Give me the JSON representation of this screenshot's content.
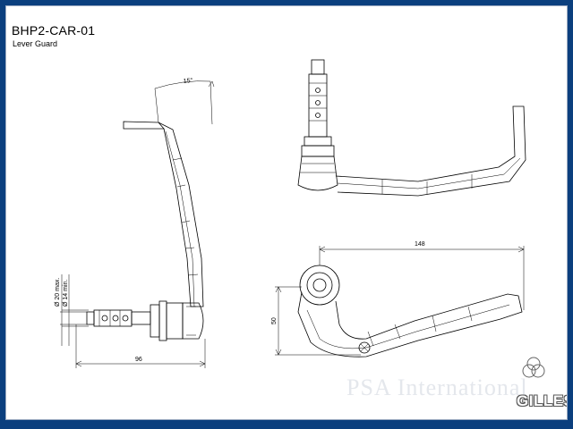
{
  "drawing": {
    "part_number": "BHP2-CAR-01",
    "description": "Lever Guard"
  },
  "dimensions": {
    "angle": "15°",
    "length_side": "96",
    "max_dia": "Ø 20 max.",
    "min_dia": "Ø 14 min.",
    "length_top": "148",
    "height": "50"
  },
  "brand": {
    "logo_text": "GILLES",
    "watermark": "PSA International"
  },
  "colors": {
    "frame": "#0b3f7e",
    "paper": "#ffffff",
    "line": "#000000"
  }
}
